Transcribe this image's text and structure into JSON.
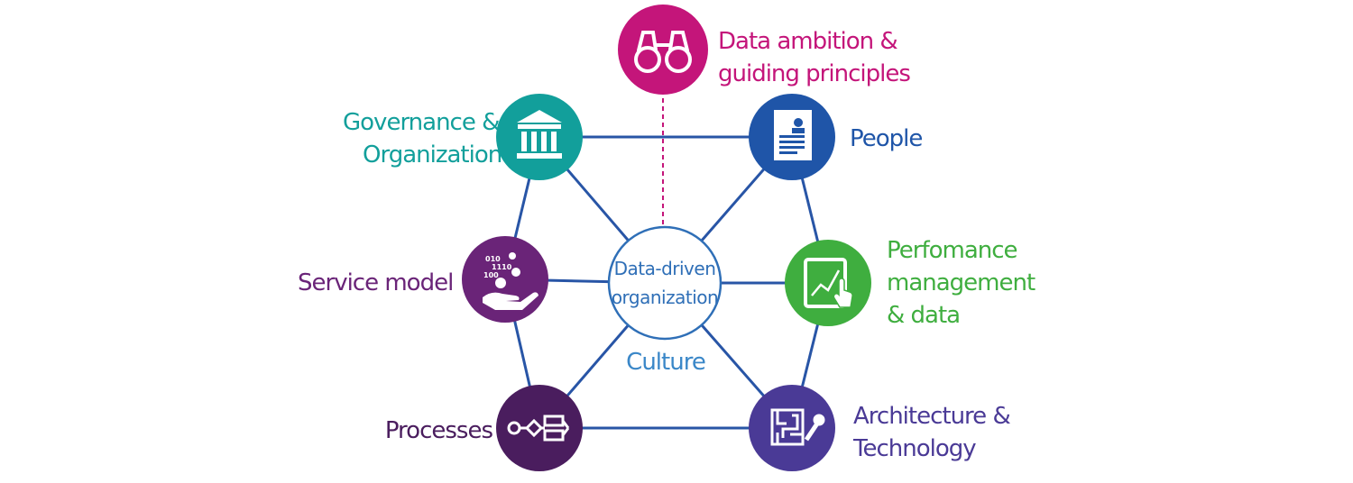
{
  "colors": {
    "line": "#2855a6",
    "dashed": "#c4157a",
    "ambition": "#c4157a",
    "governance": "#129f9b",
    "people": "#1f55a8",
    "performance": "#3fae3f",
    "service": "#6a2478",
    "architecture": "#4a3a96",
    "processes": "#4a1d5e",
    "center_text": "#2f6fb7",
    "culture_text": "#3a87c8"
  },
  "nodes": {
    "ambition": {
      "label_line1": "Data ambition &",
      "label_line2": "guiding principles",
      "icon": "binoculars-icon"
    },
    "governance": {
      "label_line1": "Governance &",
      "label_line2": "Organization",
      "icon": "bank-building-icon"
    },
    "people": {
      "label_line1": "People",
      "icon": "document-profile-icon"
    },
    "performance": {
      "label_line1": "Perfomance",
      "label_line2": "management",
      "label_line3": "& data",
      "icon": "tablet-chart-icon"
    },
    "service": {
      "label_line1": "Service model",
      "icon": "hand-gears-icon",
      "bits": [
        "010",
        "1110",
        "100"
      ]
    },
    "processes": {
      "label_line1": "Processes",
      "icon": "process-flow-icon"
    },
    "architecture": {
      "label_line1": "Architecture &",
      "label_line2": "Technology",
      "icon": "maze-wrench-icon"
    }
  },
  "center": {
    "label_line1": "Data-driven",
    "label_line2": "organization"
  },
  "culture": "Culture"
}
